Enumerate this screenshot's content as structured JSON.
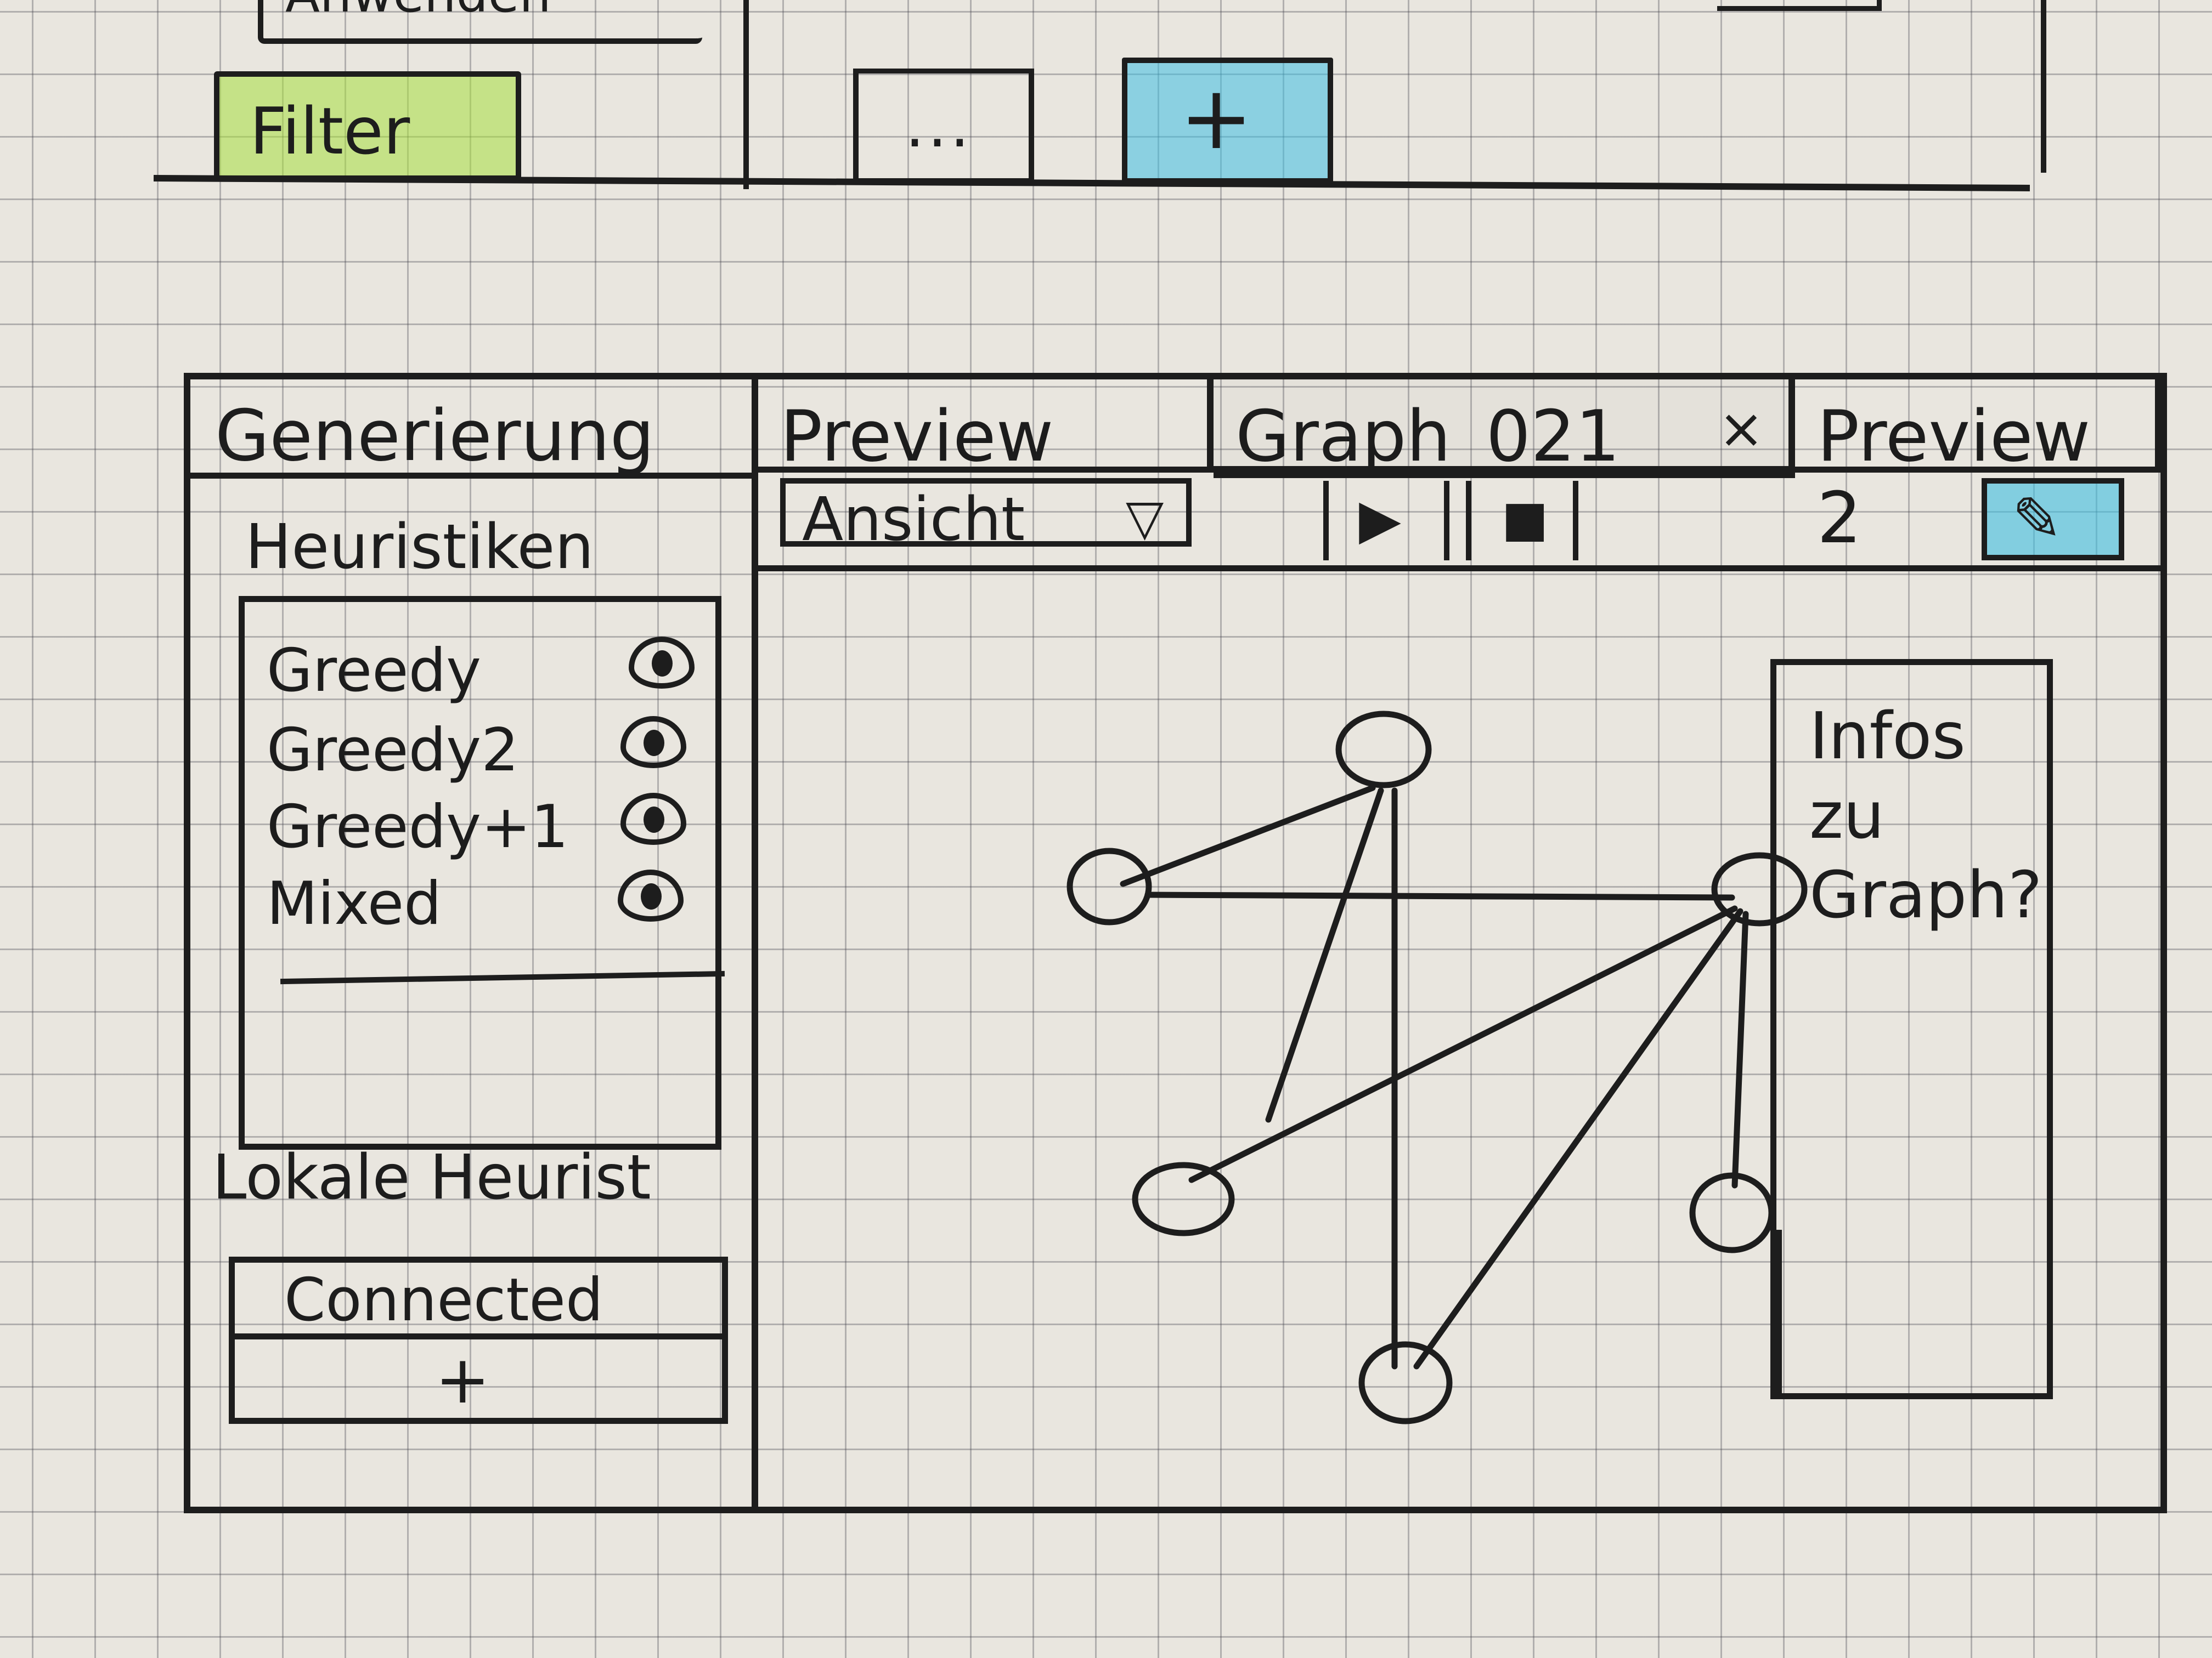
{
  "top": {
    "apply_label": "Anwenden",
    "filter_label": "Filter",
    "more_label": "...",
    "add_icon": "+"
  },
  "left_panel": {
    "tab_label": "Generierung",
    "heuristics_title": "Heuristiken",
    "heuristics": [
      {
        "label": "Greedy"
      },
      {
        "label": "Greedy2"
      },
      {
        "label": "Greedy+1"
      },
      {
        "label": "Mixed"
      }
    ],
    "local_heuristics_title": "Lokale Heurist",
    "local_heuristics": [
      {
        "label": "Connected"
      }
    ],
    "add_icon": "+"
  },
  "tabs": [
    {
      "label": "Preview"
    },
    {
      "label": "Graph_021",
      "close": "×"
    },
    {
      "label": "Preview 2"
    }
  ],
  "toolbar": {
    "view_label": "Ansicht",
    "view_chevron": "▽",
    "play_icon": "▶",
    "stop_icon": "■",
    "edit_icon": "✎"
  },
  "info_panel": {
    "lines": [
      "Infos",
      "zu",
      "Graph?"
    ]
  },
  "colors": {
    "ink": "#1d1d1d",
    "paper": "#e9e6df",
    "highlight_green": "#a8df3e",
    "highlight_blue": "#3ebee1"
  },
  "icons": {
    "eye": "eye-icon",
    "plus": "plus-icon",
    "play": "play-icon",
    "stop": "stop-icon",
    "edit": "pencil-icon",
    "chevron": "chevron-down-icon",
    "close": "close-icon"
  }
}
